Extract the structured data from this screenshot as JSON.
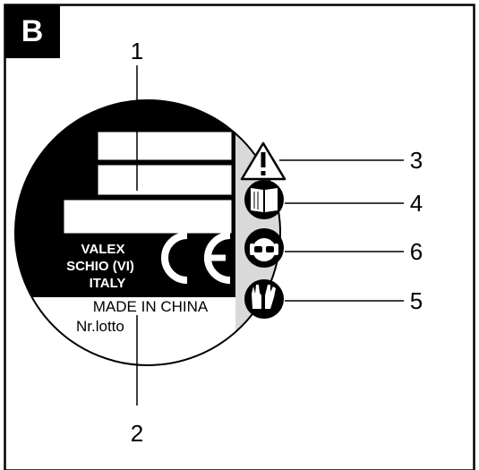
{
  "panel": {
    "letter": "B"
  },
  "callouts": [
    {
      "number": "1"
    },
    {
      "number": "2"
    },
    {
      "number": "3"
    },
    {
      "number": "4"
    },
    {
      "number": "6"
    },
    {
      "number": "5"
    }
  ],
  "label": {
    "company_line1": "VALEX",
    "company_line2": "SCHIO (VI)",
    "company_line3": "ITALY",
    "ce_mark": "CE",
    "origin": "MADE IN CHINA",
    "lot": "Nr.lotto"
  },
  "symbols": [
    {
      "icon": "warning-triangle-icon"
    },
    {
      "icon": "read-manual-icon"
    },
    {
      "icon": "eye-ear-protection-icon"
    },
    {
      "icon": "protective-gloves-icon"
    }
  ],
  "colors": {
    "ink": "#000000",
    "panel_gray": "#d9d9d9",
    "paper": "#ffffff"
  }
}
